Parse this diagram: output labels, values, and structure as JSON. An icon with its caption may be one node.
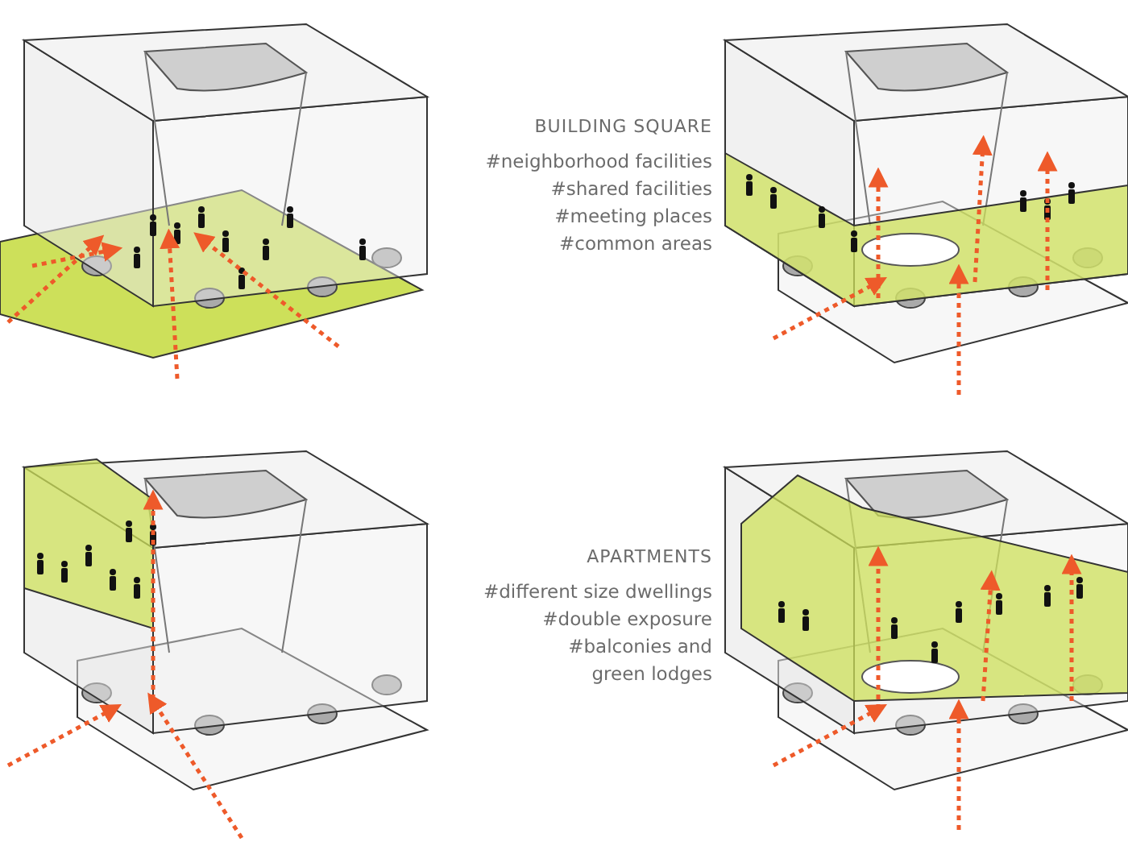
{
  "diagram": {
    "labels": [
      "BUILDING SQUARE",
      "#neighborhood facilities",
      "#shared facilities",
      "#meeting places",
      "#common areas",
      "APARTMENTS",
      "#different size dwellings",
      "#double exposure",
      "#balconies and green lodges"
    ]
  }
}
